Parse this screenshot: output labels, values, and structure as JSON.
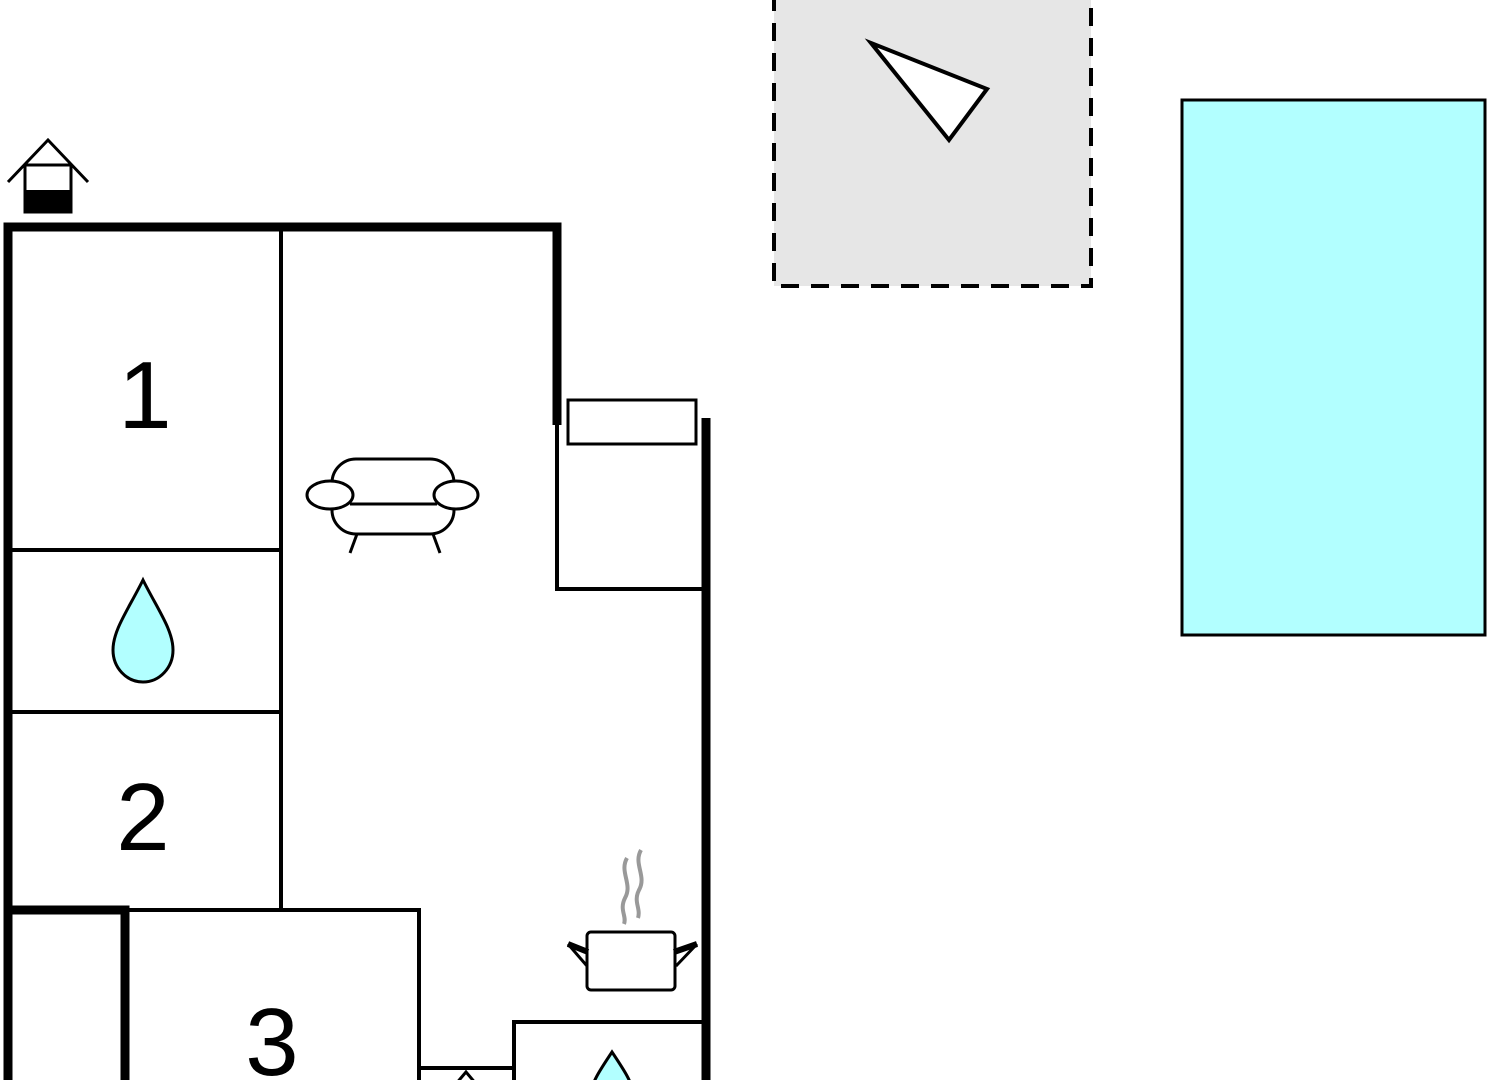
{
  "floorplan": {
    "rooms": [
      {
        "label": "1",
        "type": "bedroom"
      },
      {
        "label": "2",
        "type": "bedroom"
      },
      {
        "label": "3",
        "type": "bedroom"
      }
    ],
    "icons": {
      "entrance": "house-entrance-icon",
      "bathroom": "water-drop-icon",
      "living_room": "sofa-icon",
      "kitchen": "cooking-pot-icon",
      "terrace": "terrace-triangle-icon",
      "pool": "swimming-pool"
    },
    "colors": {
      "wall": "#000000",
      "water": "#b2ffff",
      "terrace_fill": "#e6e6e6",
      "steam": "#999999",
      "background": "#ffffff"
    }
  }
}
